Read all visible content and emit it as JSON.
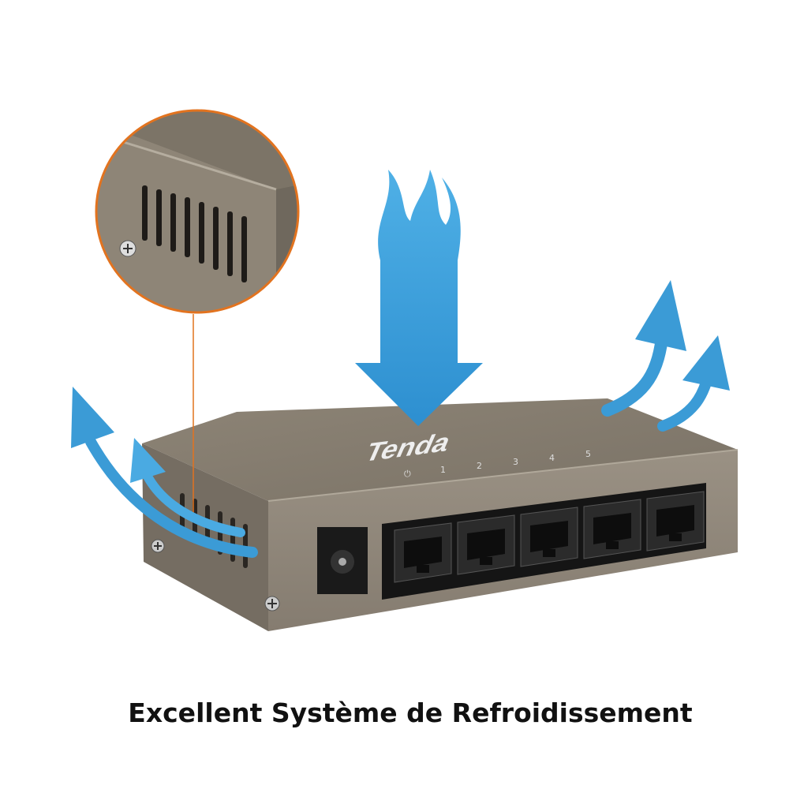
{
  "caption": "Excellent Système de Refroidissement",
  "device": {
    "brand": "Tenda",
    "port_labels": [
      "⏻",
      "1",
      "2",
      "3",
      "4",
      "5"
    ],
    "port_count": 5
  },
  "colors": {
    "arrow_blue": "#3b9bd6",
    "magnifier_border": "#e2731f",
    "casing": "#8b8274"
  }
}
